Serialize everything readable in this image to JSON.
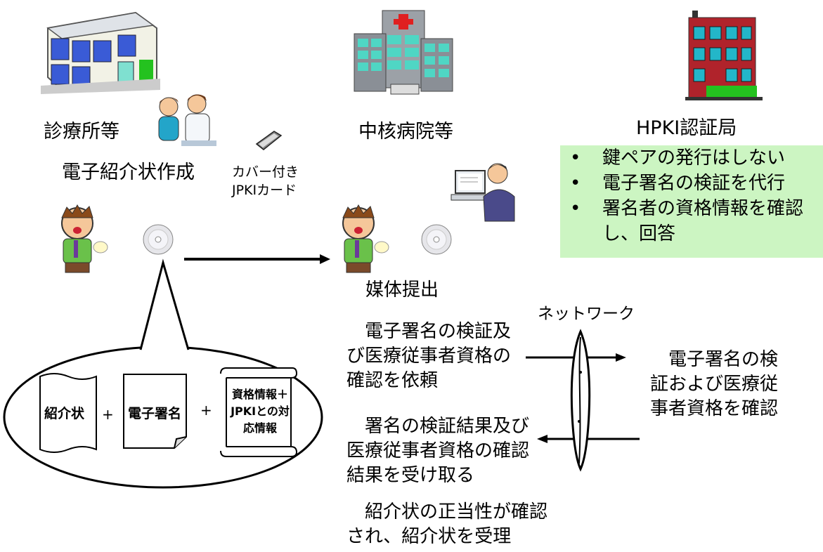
{
  "locations": {
    "clinic": "診療所等",
    "hospital": "中核病院等",
    "authority": "HPKI認証局"
  },
  "authority_notes": [
    "鍵ペアの発行はしない",
    "電子署名の検証を代行",
    "署名者の資格情報を確認し、回答"
  ],
  "bullet": "•",
  "labels": {
    "create_letter": "電子紹介状作成",
    "card": "カバー付きJPKIカード",
    "submit_media": "媒体提出",
    "network": "ネットワーク"
  },
  "steps": {
    "request": "　電子署名の検証及び医療従事者資格の確認を依頼",
    "verify": "　電子署名の検証および医療従事者資格を確認",
    "receive": "　署名の検証結果及び医療従事者資格の確認結果を受け取る",
    "accepted": "　紹介状の正当性が確認され、紹介状を受理"
  },
  "bubble": {
    "doc1": "紹介状",
    "doc2": "電子署名",
    "doc3": "資格情報＋JPKIとの対応情報",
    "plus": "+"
  },
  "colors": {
    "note_bg": "#ccf5c2",
    "building_blue": "#3a5bd6",
    "hospital_gray": "#8a8f96",
    "brick": "#b0232b",
    "green": "#24c21f"
  }
}
